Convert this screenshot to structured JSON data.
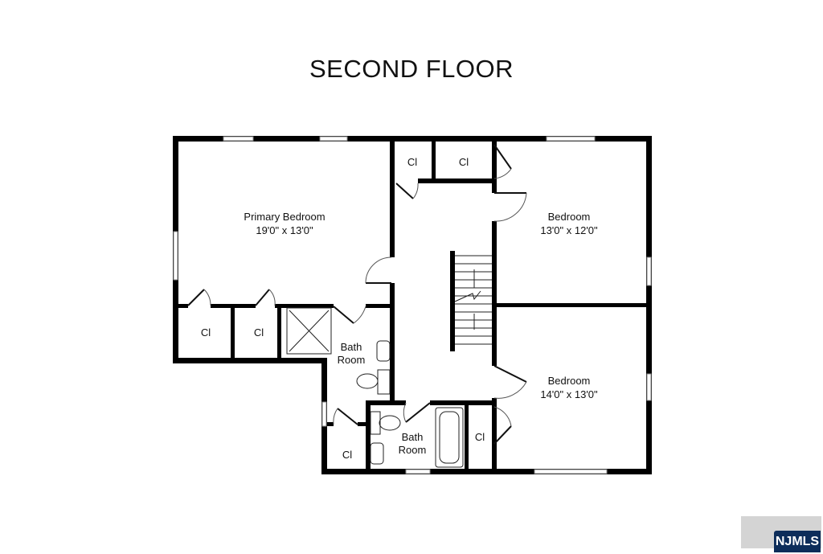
{
  "title": "SECOND FLOOR",
  "rooms": {
    "primary_bedroom": {
      "name": "Primary Bedroom",
      "size": "19'0\" x 13'0\""
    },
    "bedroom_1": {
      "name": "Bedroom",
      "size": "13'0\" x 12'0\""
    },
    "bedroom_2": {
      "name": "Bedroom",
      "size": "14'0\" x 13'0\""
    },
    "bath_1": {
      "line1": "Bath",
      "line2": "Room"
    },
    "bath_2": {
      "line1": "Bath",
      "line2": "Room"
    },
    "closet": "Cl"
  },
  "watermark": {
    "text": "NJMLS",
    "color": "#0d2d5a"
  }
}
